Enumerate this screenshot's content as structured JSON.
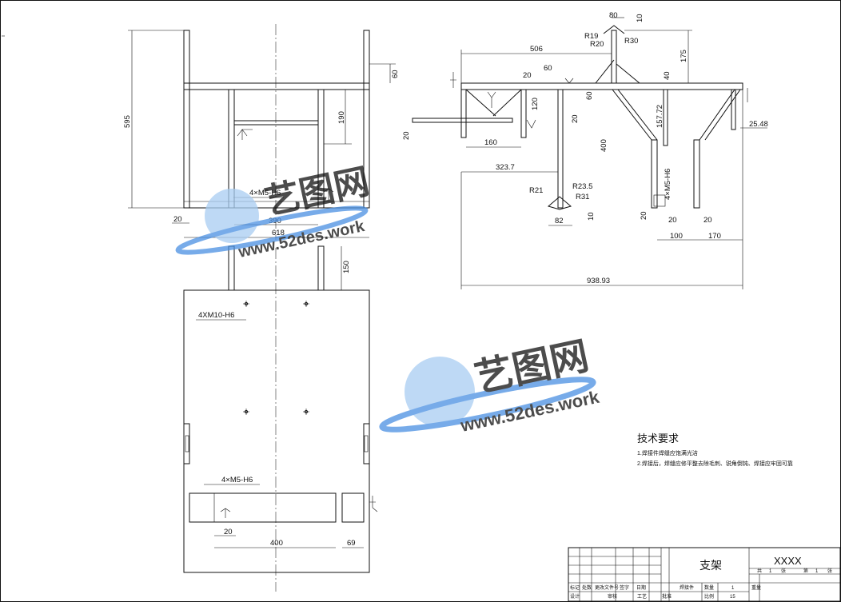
{
  "colors": {
    "line": "#111111",
    "watermark_blue": "#4a90e2",
    "watermark_light": "#a9cdf2"
  },
  "watermark": {
    "brand": "艺图网",
    "site": "www.52des.work"
  },
  "front_view": {
    "dim_height_total": "595",
    "dim_top_tab": "60",
    "dim_inner_height": "190",
    "dim_width_total": "618",
    "dim_inner_width": "390",
    "dim_left_post": "20",
    "thread_note": "4×M5-H6"
  },
  "top_view": {
    "dim_tab": "150",
    "thread_note_top": "4XM10-H6",
    "thread_note_bottom": "4×M5-H6",
    "dim_slot_length": "400",
    "dim_slot_offset": "20",
    "dim_right_block": "69"
  },
  "side_view": {
    "dim_top_80": "80",
    "dim_top_10": "10",
    "dim_r19": "R19",
    "dim_r20": "R20",
    "dim_r30": "R30",
    "dim_175": "175",
    "dim_506": "506",
    "dim_60a": "60",
    "dim_20a": "20",
    "dim_60b": "60",
    "dim_40": "40",
    "dim_20_left": "20",
    "dim_120": "120",
    "dim_20b": "20",
    "dim_157": "157.72",
    "dim_160": "160",
    "dim_400": "400",
    "dim_thread": "4×M5-H6",
    "dim_2548": "25.48",
    "dim_3237": "323.7",
    "dim_r21": "R21",
    "dim_r235": "R23.5",
    "dim_r31": "R31",
    "dim_82": "82",
    "dim_10": "10",
    "dim_20c": "20",
    "dim_20d": "20",
    "dim_20e": "20",
    "dim_100": "100",
    "dim_170": "170",
    "dim_total": "938.93"
  },
  "tech_requirements": {
    "title": "技术要求",
    "item1": "1.焊接件焊缝应饱满光洁",
    "item2": "2.焊接后，焊缝应修平整去除毛刺、锐角倒钝、焊接应牢固可靠"
  },
  "title_block": {
    "part_name": "支架",
    "drawing_no": "XXXX",
    "material": "焊接件",
    "quantity": "1",
    "scale": "15",
    "headers": [
      "标记",
      "处数",
      "更改文件号",
      "签字",
      "日期"
    ],
    "labels": [
      "设计",
      "审核",
      "工艺",
      "批准"
    ],
    "sheet_labels": [
      "共",
      "张",
      "第",
      "张"
    ],
    "count_label": "数量",
    "scale_label": "比例",
    "weight_label": "重量",
    "sheet_one": "1"
  }
}
